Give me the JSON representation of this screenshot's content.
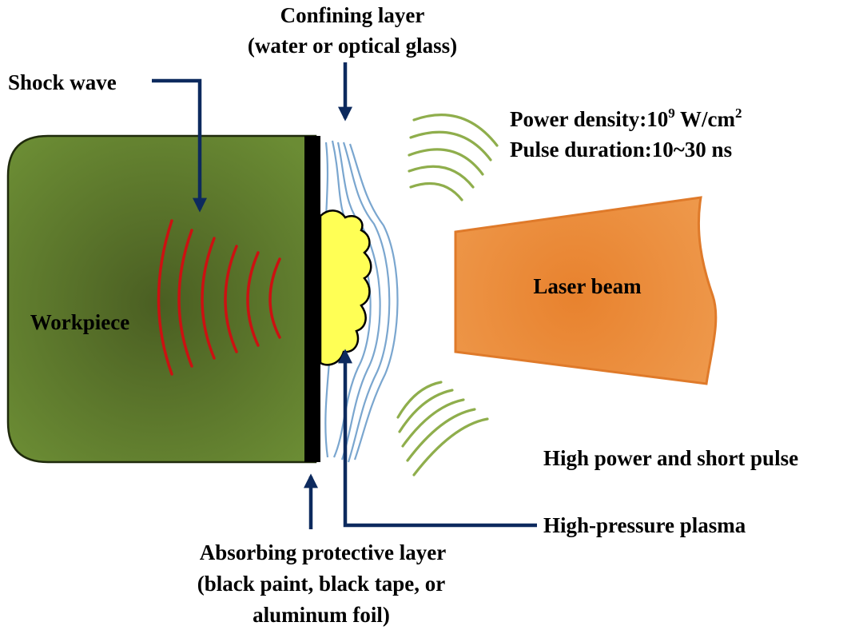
{
  "labels": {
    "confining_line1": "Confining layer",
    "confining_line2": "(water or optical glass)",
    "shock_wave": "Shock wave",
    "power_density_prefix": "Power density:10",
    "power_density_exp": "9",
    "power_density_unit": " W/cm",
    "power_density_unit_exp": "2",
    "pulse_duration": "Pulse duration:10~30 ns",
    "laser_beam": "Laser beam",
    "workpiece": "Workpiece",
    "high_power": "High power and short pulse",
    "plasma": "High-pressure plasma",
    "absorbing_line1": "Absorbing protective layer",
    "absorbing_line2": "(black paint, black tape, or",
    "absorbing_line3": "aluminum foil)"
  },
  "colors": {
    "workpiece_center": "#4a5e22",
    "workpiece_edge": "#6b8c34",
    "absorbing_layer": "#000000",
    "confining_waves": "#7aa6cf",
    "plasma_fill": "#ffff55",
    "shock_waves": "#cc1111",
    "laser_beam_fill": "#ec9446",
    "laser_beam_stroke": "#df7a2a",
    "emission_arcs": "#8fae4c",
    "arrows": "#0d2a5e"
  }
}
